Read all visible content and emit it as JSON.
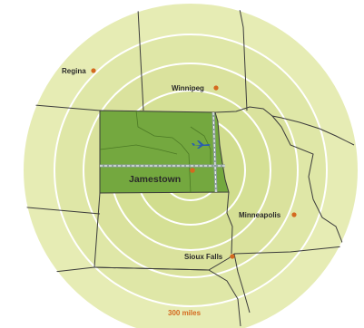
{
  "colors": {
    "outer_ring": "#e6ecb4",
    "inner_ring": "#d3df8f",
    "ring_stroke": "#ffffff",
    "state": "#74a83f",
    "state_line": "#4c7a25",
    "border": "#3b3b3b",
    "city_dot": "#d4691f",
    "radius_label": "#d4691f",
    "plane": "#2a5db0"
  },
  "map": {
    "center_city": "Jamestown",
    "radius_label": "300 miles",
    "cities": [
      {
        "id": "regina",
        "name": "Regina"
      },
      {
        "id": "winnipeg",
        "name": "Winnipeg"
      },
      {
        "id": "minneapolis",
        "name": "Minneapolis"
      },
      {
        "id": "sioux-falls",
        "name": "Sioux Falls"
      }
    ],
    "airport_icon": "airplane-icon"
  }
}
